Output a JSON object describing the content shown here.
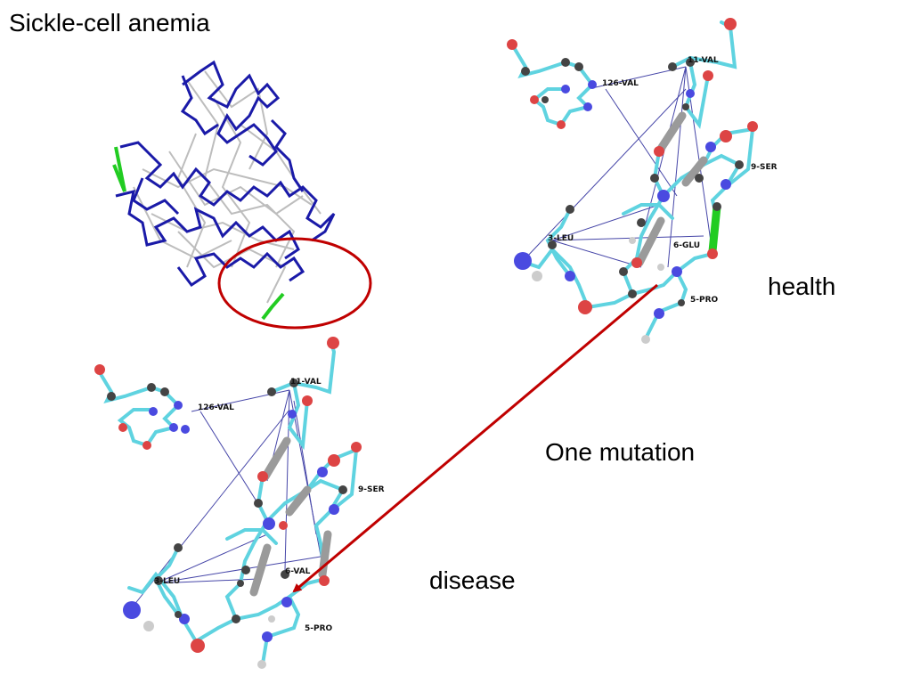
{
  "title": "Sickle-cell anemia",
  "labels": {
    "health": "health",
    "mutation": "One mutation",
    "disease": "disease"
  },
  "residues_health": [
    "11-VAL",
    "126-VAL",
    "9-SER",
    "3-LEU",
    "6-GLU",
    "5-PRO"
  ],
  "residues_disease": [
    "11-VAL",
    "126-VAL",
    "9-SER",
    "3-LEU",
    "6-VAL",
    "5-PRO"
  ],
  "colors": {
    "backbone": "#1a1aa8",
    "highlight": "#22cc22",
    "stick": "#5fd3e0",
    "oxygen": "#dd4444",
    "nitrogen": "#4a4ae0",
    "carbon": "#444444",
    "arrow": "#c00000",
    "circle": "#c00000"
  }
}
